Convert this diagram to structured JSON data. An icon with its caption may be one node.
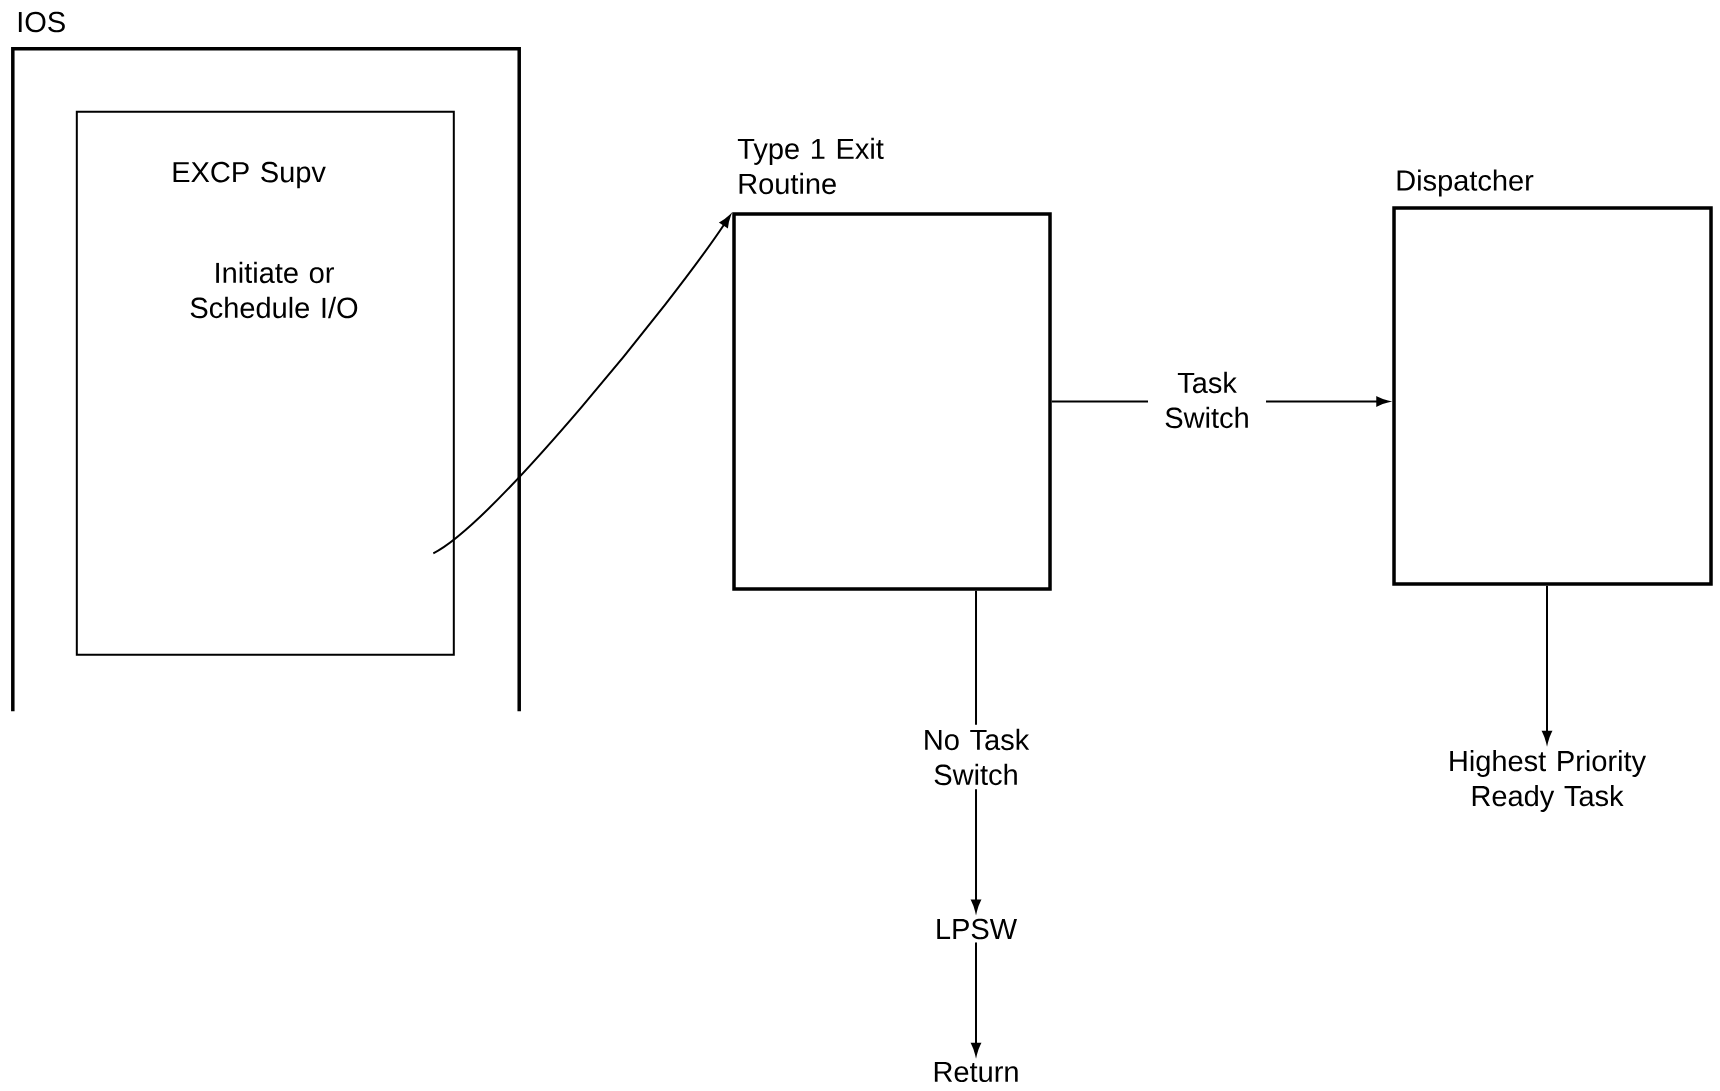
{
  "diagram": {
    "nodes": [
      {
        "text": [
          "IOS"
        ]
      },
      {
        "text": [
          "EXCP Supv",
          "Initiate or Schedule I/O"
        ],
        "in": 0
      },
      {
        "text": [
          "Type 1 Exit Routine"
        ]
      },
      {
        "text": [
          "Dispatcher"
        ]
      },
      {
        "text": [
          "LPSW"
        ]
      },
      {
        "text": [
          "Return"
        ]
      },
      {
        "text": [
          "Highest Priority Ready Task"
        ]
      }
    ],
    "edges": [
      {
        "from": 1,
        "to": 2,
        "arrow": "to"
      },
      {
        "from": 2,
        "to": 3,
        "arrow": "to",
        "label": "Task Switch"
      },
      {
        "from": 2,
        "to": 4,
        "arrow": "to",
        "label": "No Task Switch"
      },
      {
        "from": 4,
        "to": 5,
        "arrow": "to"
      },
      {
        "from": 3,
        "to": 6,
        "arrow": "to"
      }
    ]
  }
}
